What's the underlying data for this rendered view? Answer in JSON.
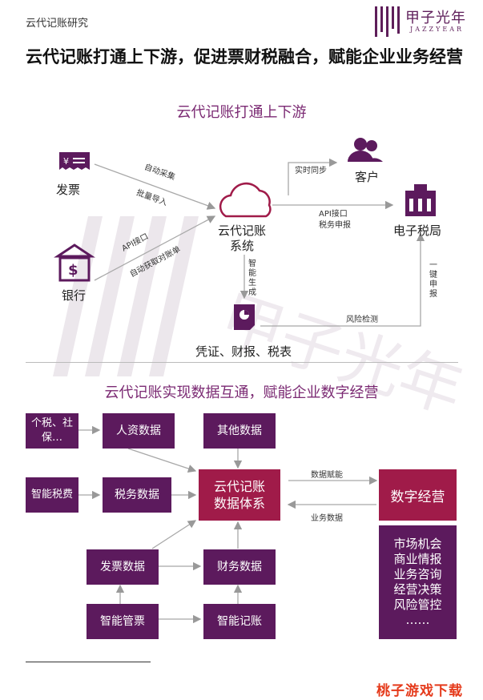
{
  "header": {
    "category": "云代记账研究"
  },
  "logo": {
    "name_cn": "甲子光年",
    "name_en": "JAZZYEAR"
  },
  "title": "云代记账打通上下游，促进票财税融合，赋能企业业务经营",
  "section1": {
    "title": "云代记账打通上下游",
    "nodes": {
      "invoice": "发票",
      "bank": "银行",
      "system_line1": "云代记账",
      "system_line2": "系统",
      "customer": "客户",
      "tax_bureau": "电子税局",
      "vouchers": "凭证、财报、税表"
    },
    "edges": {
      "auto_collect": "自动采集",
      "batch_import": "批量导入",
      "api_bank": "API接口",
      "auto_statement": "自动获取对账单",
      "realtime_sync": "实时同步",
      "api_tax": "API接口",
      "tax_declare": "税务申报",
      "smart_gen": "智能生成",
      "risk_check": "风险检测",
      "one_click": "一键申报"
    }
  },
  "section2": {
    "title": "云代记账实现数据互通，赋能企业数字经营",
    "boxes": {
      "tax_social": "个税、社保…",
      "hr_data": "人资数据",
      "other_data": "其他数据",
      "smart_tax": "智能税费",
      "tax_data": "税务数据",
      "center_line1": "云代记账",
      "center_line2": "数据体系",
      "digital_ops": "数字经营",
      "invoice_data": "发票数据",
      "finance_data": "财务数据",
      "smart_invoice": "智能管票",
      "smart_bookkeeping": "智能记账"
    },
    "edges": {
      "data_enable": "数据赋能",
      "business_data": "业务数据"
    },
    "outcomes": [
      "市场机会",
      "商业情报",
      "业务咨询",
      "经营决策",
      "风险管控",
      "……"
    ]
  },
  "watermark": "桃子游戏下载",
  "colors": {
    "purple": "#5c1a5d",
    "crimson": "#a01b49",
    "accent_text": "#7b2a73",
    "watermark_red": "#e53a1b"
  }
}
